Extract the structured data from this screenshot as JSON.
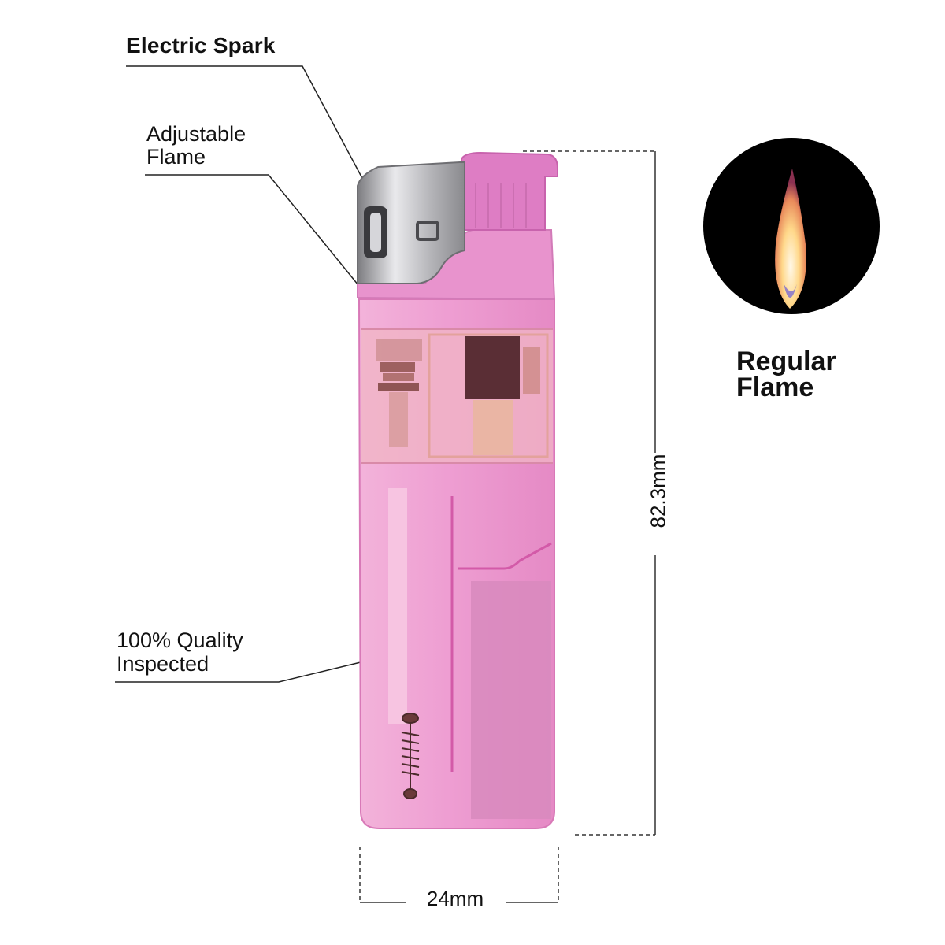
{
  "callouts": {
    "electric_spark": "Electric Spark",
    "adjustable_flame": [
      "Adjustable",
      "Flame"
    ],
    "quality_inspected": [
      "100% Quality",
      "Inspected"
    ]
  },
  "flame_badge": [
    "Regular",
    "Flame"
  ],
  "dimensions": {
    "height": "82.3mm",
    "width": "24mm"
  },
  "colors": {
    "body_pink": "#ee9bd0",
    "cap_pink": "#de7dc4",
    "metal_hood": "#c0c0c4",
    "flame_circle": "#000000"
  }
}
